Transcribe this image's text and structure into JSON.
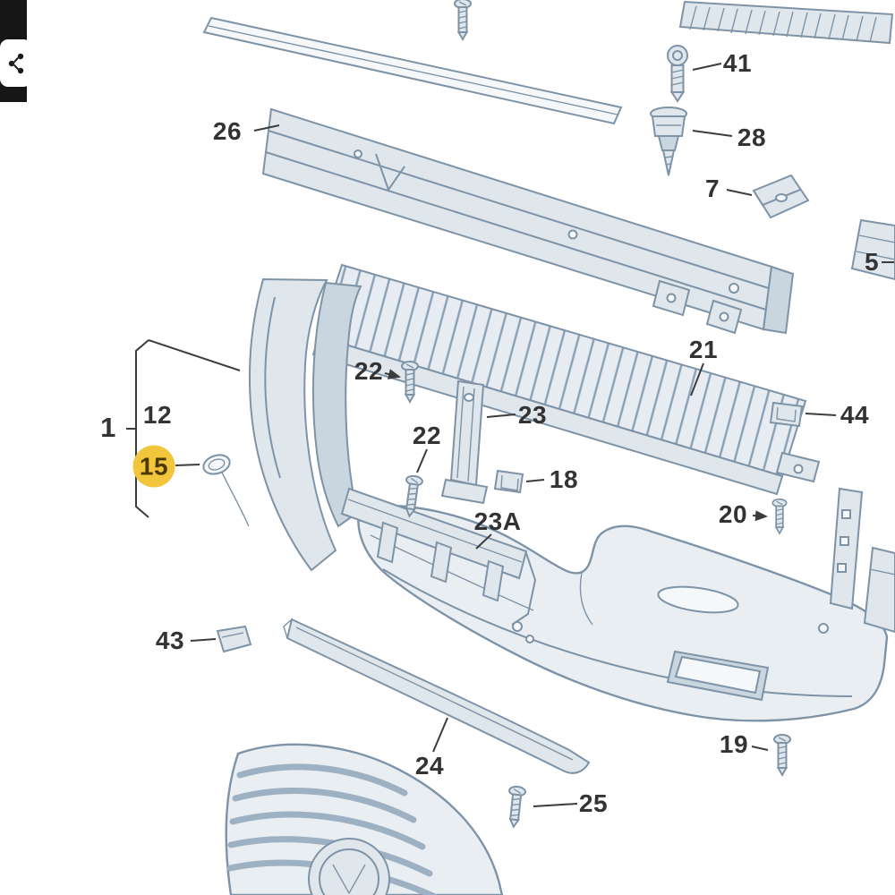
{
  "page": {
    "background_color": "#ffffff"
  },
  "toolbar": {
    "share_button": {
      "icon": "share-icon"
    }
  },
  "diagram": {
    "highlight_color": "#f2c63c",
    "line_color": "#7e93a6",
    "label_color": "#333333",
    "labels": [
      {
        "text": "26"
      },
      {
        "text": "41"
      },
      {
        "text": "28"
      },
      {
        "text": "7"
      },
      {
        "text": "5"
      },
      {
        "text": "21"
      },
      {
        "text": "22"
      },
      {
        "text": "23"
      },
      {
        "text": "22"
      },
      {
        "text": "44"
      },
      {
        "text": "18"
      },
      {
        "text": "23A"
      },
      {
        "text": "20"
      },
      {
        "text": "12"
      },
      {
        "text": "1"
      },
      {
        "text": "15",
        "highlighted": true
      },
      {
        "text": "43"
      },
      {
        "text": "24"
      },
      {
        "text": "25"
      },
      {
        "text": "19"
      }
    ]
  }
}
